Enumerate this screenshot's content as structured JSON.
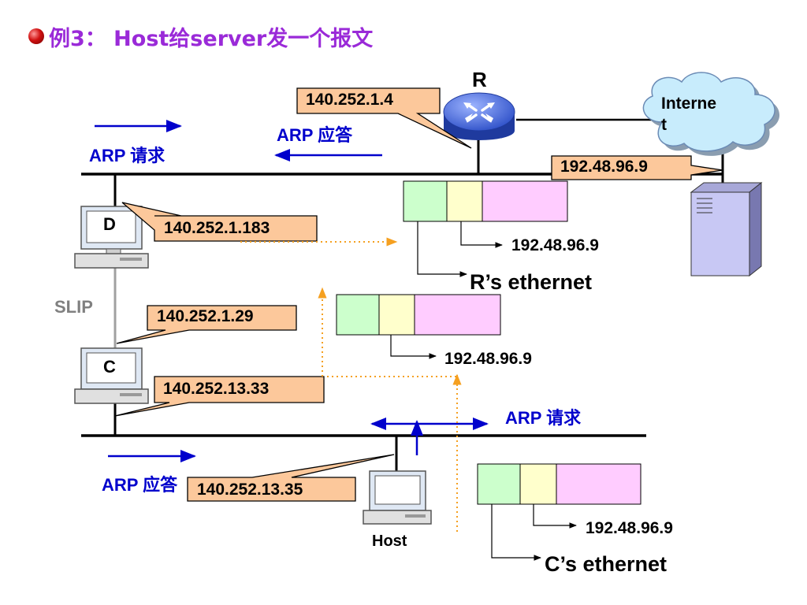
{
  "title": "例3： Host给server发一个报文",
  "router_label": "R",
  "internet_label": "Interne\nt",
  "callouts": {
    "router_ip": "140.252.1.4",
    "server_ip": "192.48.96.9",
    "d_ip": "140.252.1.183",
    "c_upper_ip": "140.252.1.29",
    "c_lower_ip": "140.252.13.33",
    "host_ip": "140.252.13.35"
  },
  "arp": {
    "top_request": "ARP 请求",
    "top_reply": "ARP 应答",
    "bottom_request": "ARP 请求",
    "bottom_reply": "ARP 应答"
  },
  "computers": {
    "d": "D",
    "c": "C",
    "host": "Host"
  },
  "slip_label": "SLIP",
  "frames": {
    "upper": {
      "ip": "192.48.96.9",
      "ether": "R’s ethernet"
    },
    "middle": {
      "ip": "192.48.96.9"
    },
    "lower": {
      "ip": "192.48.96.9",
      "ether": "C’s ethernet"
    }
  },
  "colors": {
    "title": "#9a2ad8",
    "arp_text": "#0000cc",
    "callout_fill": "#fcc89b",
    "frame_green": "#ccffcc",
    "frame_yellow": "#ffffcc",
    "frame_pink": "#ffccff",
    "dotted_arrow": "#f5a020",
    "router": "#4a6fdd",
    "cloud": "#c8ecfc",
    "server": "#c8c8f4"
  }
}
